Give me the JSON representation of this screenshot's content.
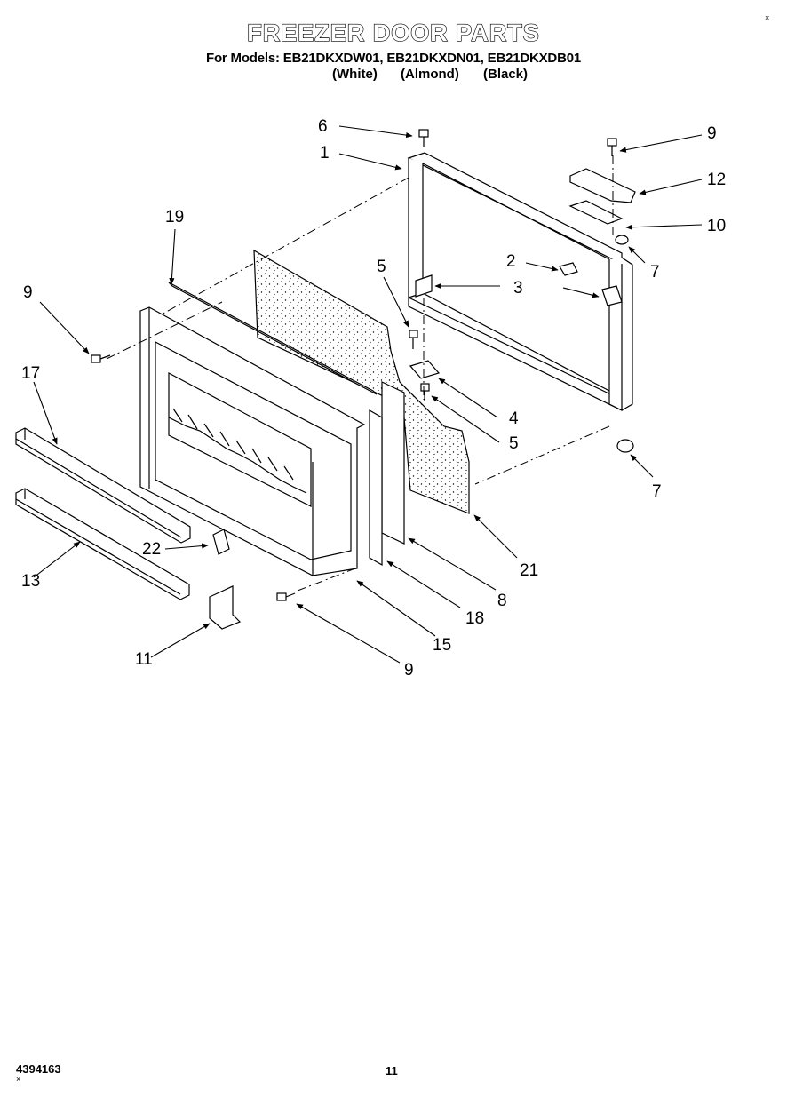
{
  "header": {
    "title": "FREEZER DOOR PARTS",
    "models_line": "For Models: EB21DKXDW01, EB21DKXDN01, EB21DKXDB01",
    "colors": [
      "(White)",
      "(Almond)",
      "(Black)"
    ]
  },
  "callouts": {
    "c1": "1",
    "c2": "2",
    "c3": "3",
    "c4": "4",
    "c5a": "5",
    "c5b": "5",
    "c6": "6",
    "c7a": "7",
    "c7b": "7",
    "c8": "8",
    "c9a": "9",
    "c9b": "9",
    "c9c": "9",
    "c10": "10",
    "c11": "11",
    "c12": "12",
    "c13": "13",
    "c15": "15",
    "c17": "17",
    "c18": "18",
    "c19": "19",
    "c21": "21",
    "c22": "22"
  },
  "footer": {
    "doc_number": "4394163",
    "page_number": "11"
  }
}
